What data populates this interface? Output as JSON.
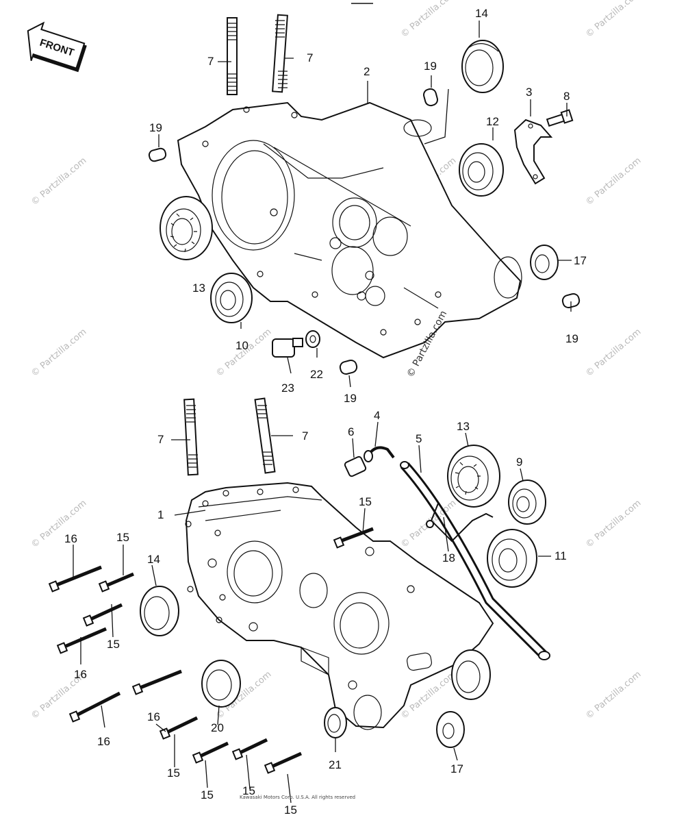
{
  "diagram": {
    "front_label": "FRONT",
    "watermark": "© Partzilla.com",
    "side_watermark": "© Partzilla.com",
    "copyright": "Kawasaki Motors Corp. U.S.A. All rights reserved",
    "callouts": {
      "upper": {
        "n14": "14",
        "n2": "2",
        "n19a": "19",
        "n3": "3",
        "n8": "8",
        "n7a": "7",
        "n7b": "7",
        "n19b": "19",
        "n12": "12",
        "n13": "13",
        "n17": "17",
        "n10": "10",
        "n19c": "19",
        "n22": "22",
        "n23": "23",
        "n19d": "19"
      },
      "lower": {
        "n7a": "7",
        "n7b": "7",
        "n6": "6",
        "n4": "4",
        "n5": "5",
        "n13": "13",
        "n9": "9",
        "n1": "1",
        "n15a": "15",
        "n16a": "16",
        "n15b": "15",
        "n14": "14",
        "n18": "18",
        "n11": "11",
        "n15c": "15",
        "n16b": "16",
        "n16c": "16",
        "n16d": "16",
        "n20": "20",
        "n15d": "15",
        "n21": "21",
        "n17": "17",
        "n15e": "15",
        "n15f": "15",
        "n15g": "15"
      }
    }
  }
}
